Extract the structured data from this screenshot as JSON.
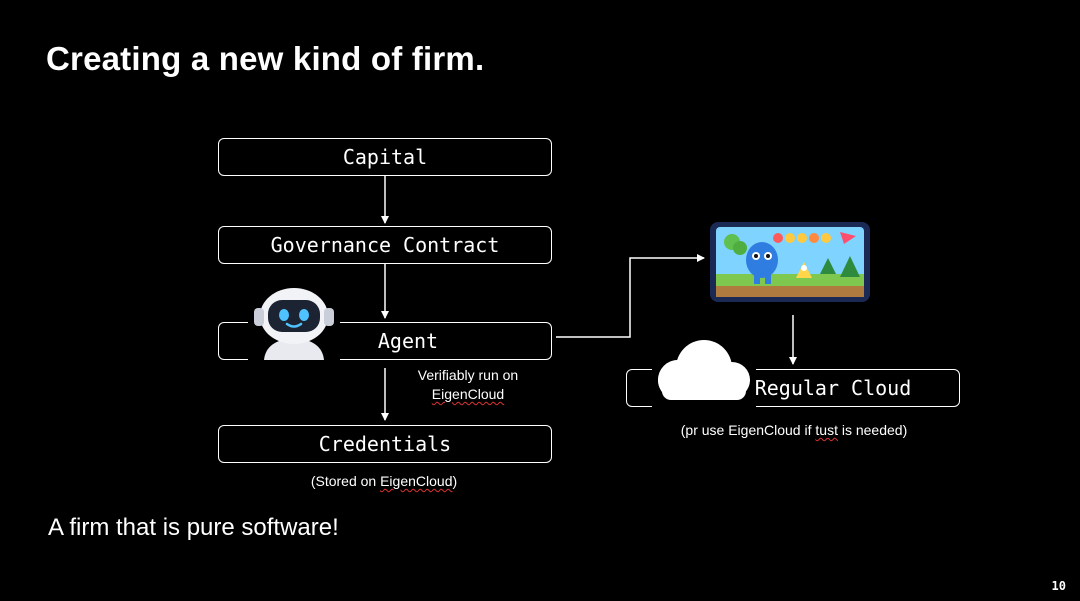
{
  "slide": {
    "title": "Creating a new kind of firm.",
    "footer": "A firm that is pure software!",
    "page_number": "10"
  },
  "diagram": {
    "nodes": {
      "capital": "Capital",
      "governance": "Governance Contract",
      "agent": "Agent",
      "credentials": "Credentials",
      "regular_cloud": "Regular Cloud"
    },
    "captions": {
      "agent_run_line1": "Verifiably run on",
      "agent_run_line2": "EigenCloud",
      "credentials_stored_pre": "(Stored on ",
      "credentials_stored_brand": "EigenCloud",
      "credentials_stored_post": ")",
      "cloud_note_pre": "(pr use EigenCloud if ",
      "cloud_note_word": "tust",
      "cloud_note_post": " is needed)"
    },
    "icons": [
      "robot-icon",
      "cloud-icon",
      "phone-game-icon"
    ]
  }
}
